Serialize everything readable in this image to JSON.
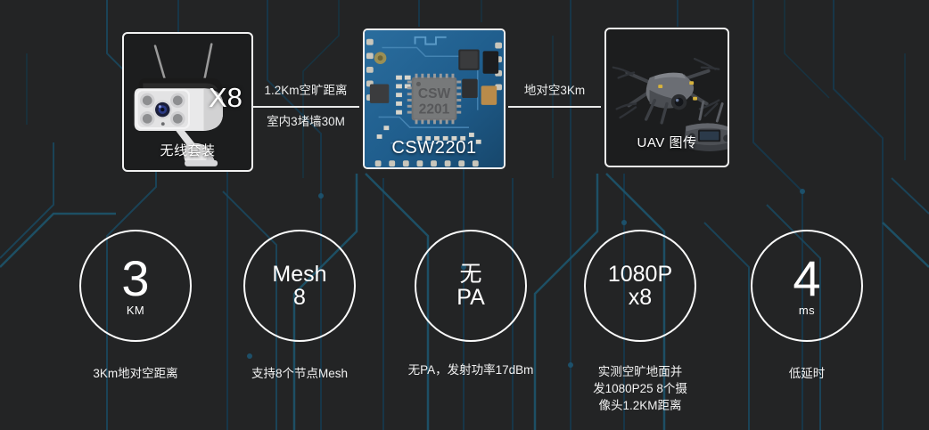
{
  "background": {
    "color": "#232425",
    "trace_color": "#1d4a5e",
    "trace_color_dim": "#15303f"
  },
  "accent": {
    "white": "#ffffff",
    "pcb_blue": "#1d5f8f",
    "line": "#e9eaea"
  },
  "top_row": {
    "camera_box": {
      "caption": "无线套装",
      "icon": "ip-camera-icon",
      "multiplier": "X8"
    },
    "module_box": {
      "caption": "CSW2201",
      "chip_label_line1": "CSW",
      "chip_label_line2": "2201",
      "icon": "wifi-module-pcb-icon"
    },
    "uav_box": {
      "caption": "UAV 图传",
      "icon": "drone-icon"
    },
    "connector_left": {
      "top_text": "1.2Km空旷距离",
      "bottom_text": "室内3堵墙30M"
    },
    "connector_right": {
      "top_text": "地对空3Km",
      "bottom_text": ""
    }
  },
  "features": [
    {
      "big": "3",
      "sub": "KM",
      "size": "huge",
      "caption": "3Km地对空距离"
    },
    {
      "big": "Mesh\n8",
      "sub": "",
      "size": "normal",
      "caption": "支持8个节点Mesh"
    },
    {
      "big": "无\nPA",
      "sub": "",
      "size": "normal",
      "caption": "无PA，发射功率17dBm"
    },
    {
      "big": "1080P\nx8",
      "sub": "",
      "size": "normal",
      "caption": "实测空旷地面并\n发1080P25 8个摄\n像头1.2KM距离"
    },
    {
      "big": "4",
      "sub": "ms",
      "size": "huge",
      "caption": "低延时"
    }
  ]
}
